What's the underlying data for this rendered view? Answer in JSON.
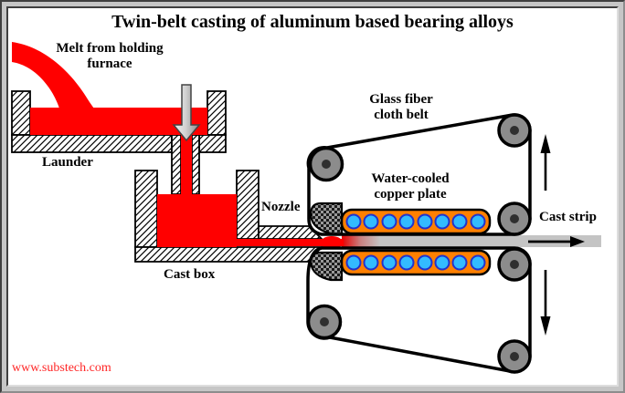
{
  "title": "Twin-belt casting of aluminum based bearing alloys",
  "labels": {
    "melt_line1": "Melt from holding",
    "melt_line2": "furnace",
    "launder": "Launder",
    "nozzle": "Nozzle",
    "cast_box": "Cast box",
    "glass_line1": "Glass fiber",
    "glass_line2": "cloth belt",
    "water_line1": "Water-cooled",
    "water_line2": "copper plate",
    "cast_strip": "Cast strip"
  },
  "watermark": "www.substech.com",
  "colors": {
    "melt": "#ff0000",
    "copper_plate": "#ff8000",
    "cooling_channel": "#33bbff",
    "cooling_channel_border": "#2233cc",
    "cast_strip": "#c4c4c4",
    "pulley": "#8c8c8c",
    "belt": "#000000",
    "watermark": "#ff2626"
  }
}
